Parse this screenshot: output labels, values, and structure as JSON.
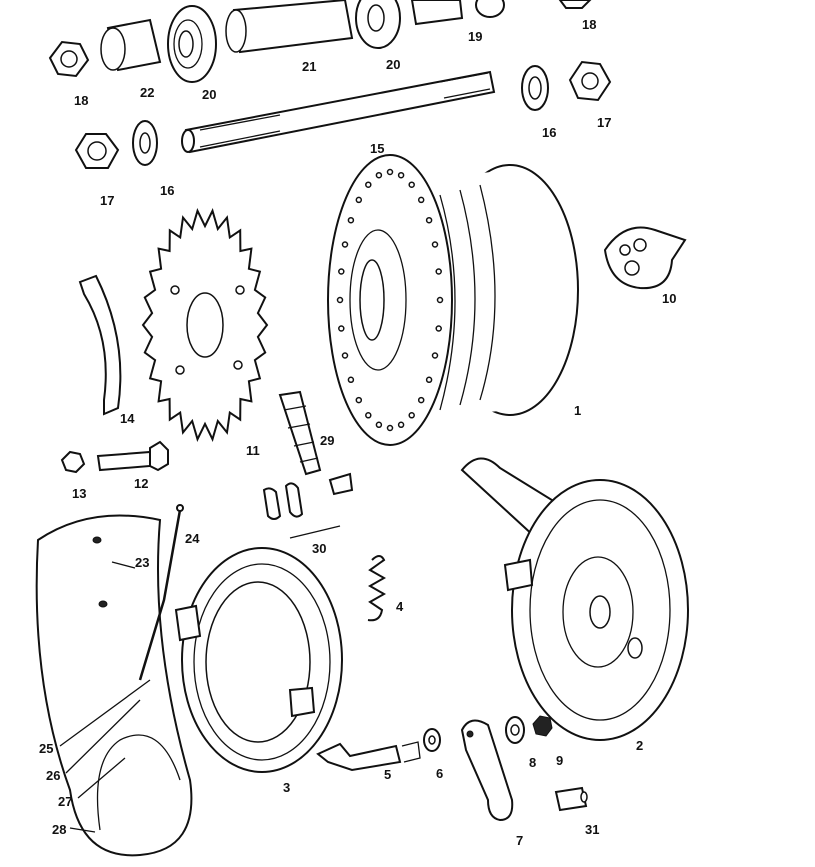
{
  "labels": {
    "n18a": "18",
    "n22": "22",
    "n20a": "20",
    "n21": "21",
    "n20b": "20",
    "n19": "19",
    "n18b": "18",
    "n16a": "16",
    "n17a": "17",
    "n15": "15",
    "n17b": "17",
    "n16b": "16",
    "n10": "10",
    "n14": "14",
    "n11": "11",
    "n1": "1",
    "n29": "29",
    "n13": "13",
    "n12": "12",
    "n30": "30",
    "n24": "24",
    "n23": "23",
    "n4": "4",
    "n2": "2",
    "n25": "25",
    "n26": "26",
    "n27": "27",
    "n28": "28",
    "n3": "3",
    "n5": "5",
    "n6": "6",
    "n8": "8",
    "n9": "9",
    "n7": "7",
    "n31": "31"
  }
}
